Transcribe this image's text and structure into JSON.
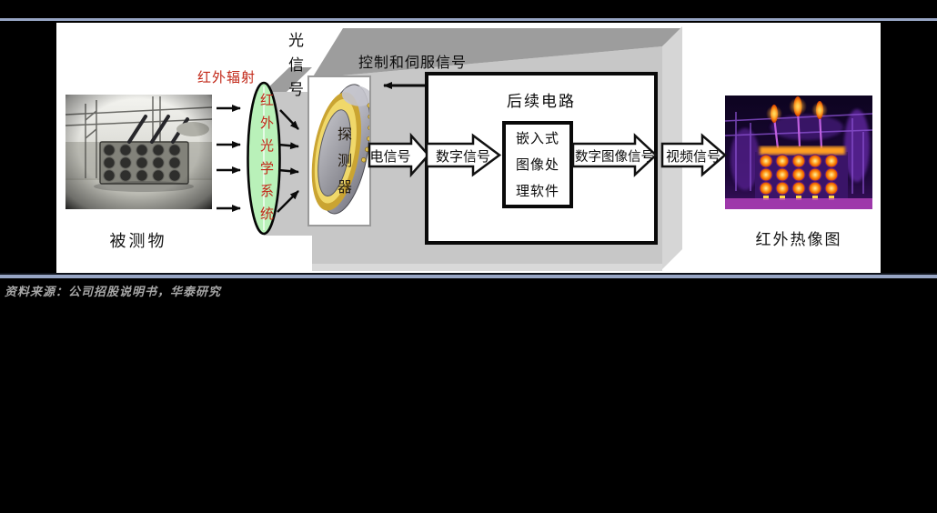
{
  "source_note": "资料来源：公司招股说明书，华泰研究",
  "diagram": {
    "object_label": "被测物",
    "infrared_radiation": "红外辐射",
    "optics_label": "红外光学系统",
    "optical_signal": "光信号",
    "detector_label": "探测器",
    "control_signal": "控制和伺服信号",
    "circuit_title": "后续电路",
    "embedded_lines": [
      "嵌入式",
      "图像处",
      "理软件"
    ],
    "arrows": [
      {
        "label": "电信号"
      },
      {
        "label": "数字信号"
      },
      {
        "label": "数字图像信号"
      },
      {
        "label": "视频信号"
      }
    ],
    "thermal_label": "红外热像图"
  },
  "colors": {
    "rule_blue": "#97a5c4",
    "optics_green": "#b9f1b9",
    "label_red": "#c22818",
    "body_gray": "#c7c7c7",
    "body_gray_dark": "#9d9d9d",
    "body_gray_light": "#d6d6d6"
  }
}
